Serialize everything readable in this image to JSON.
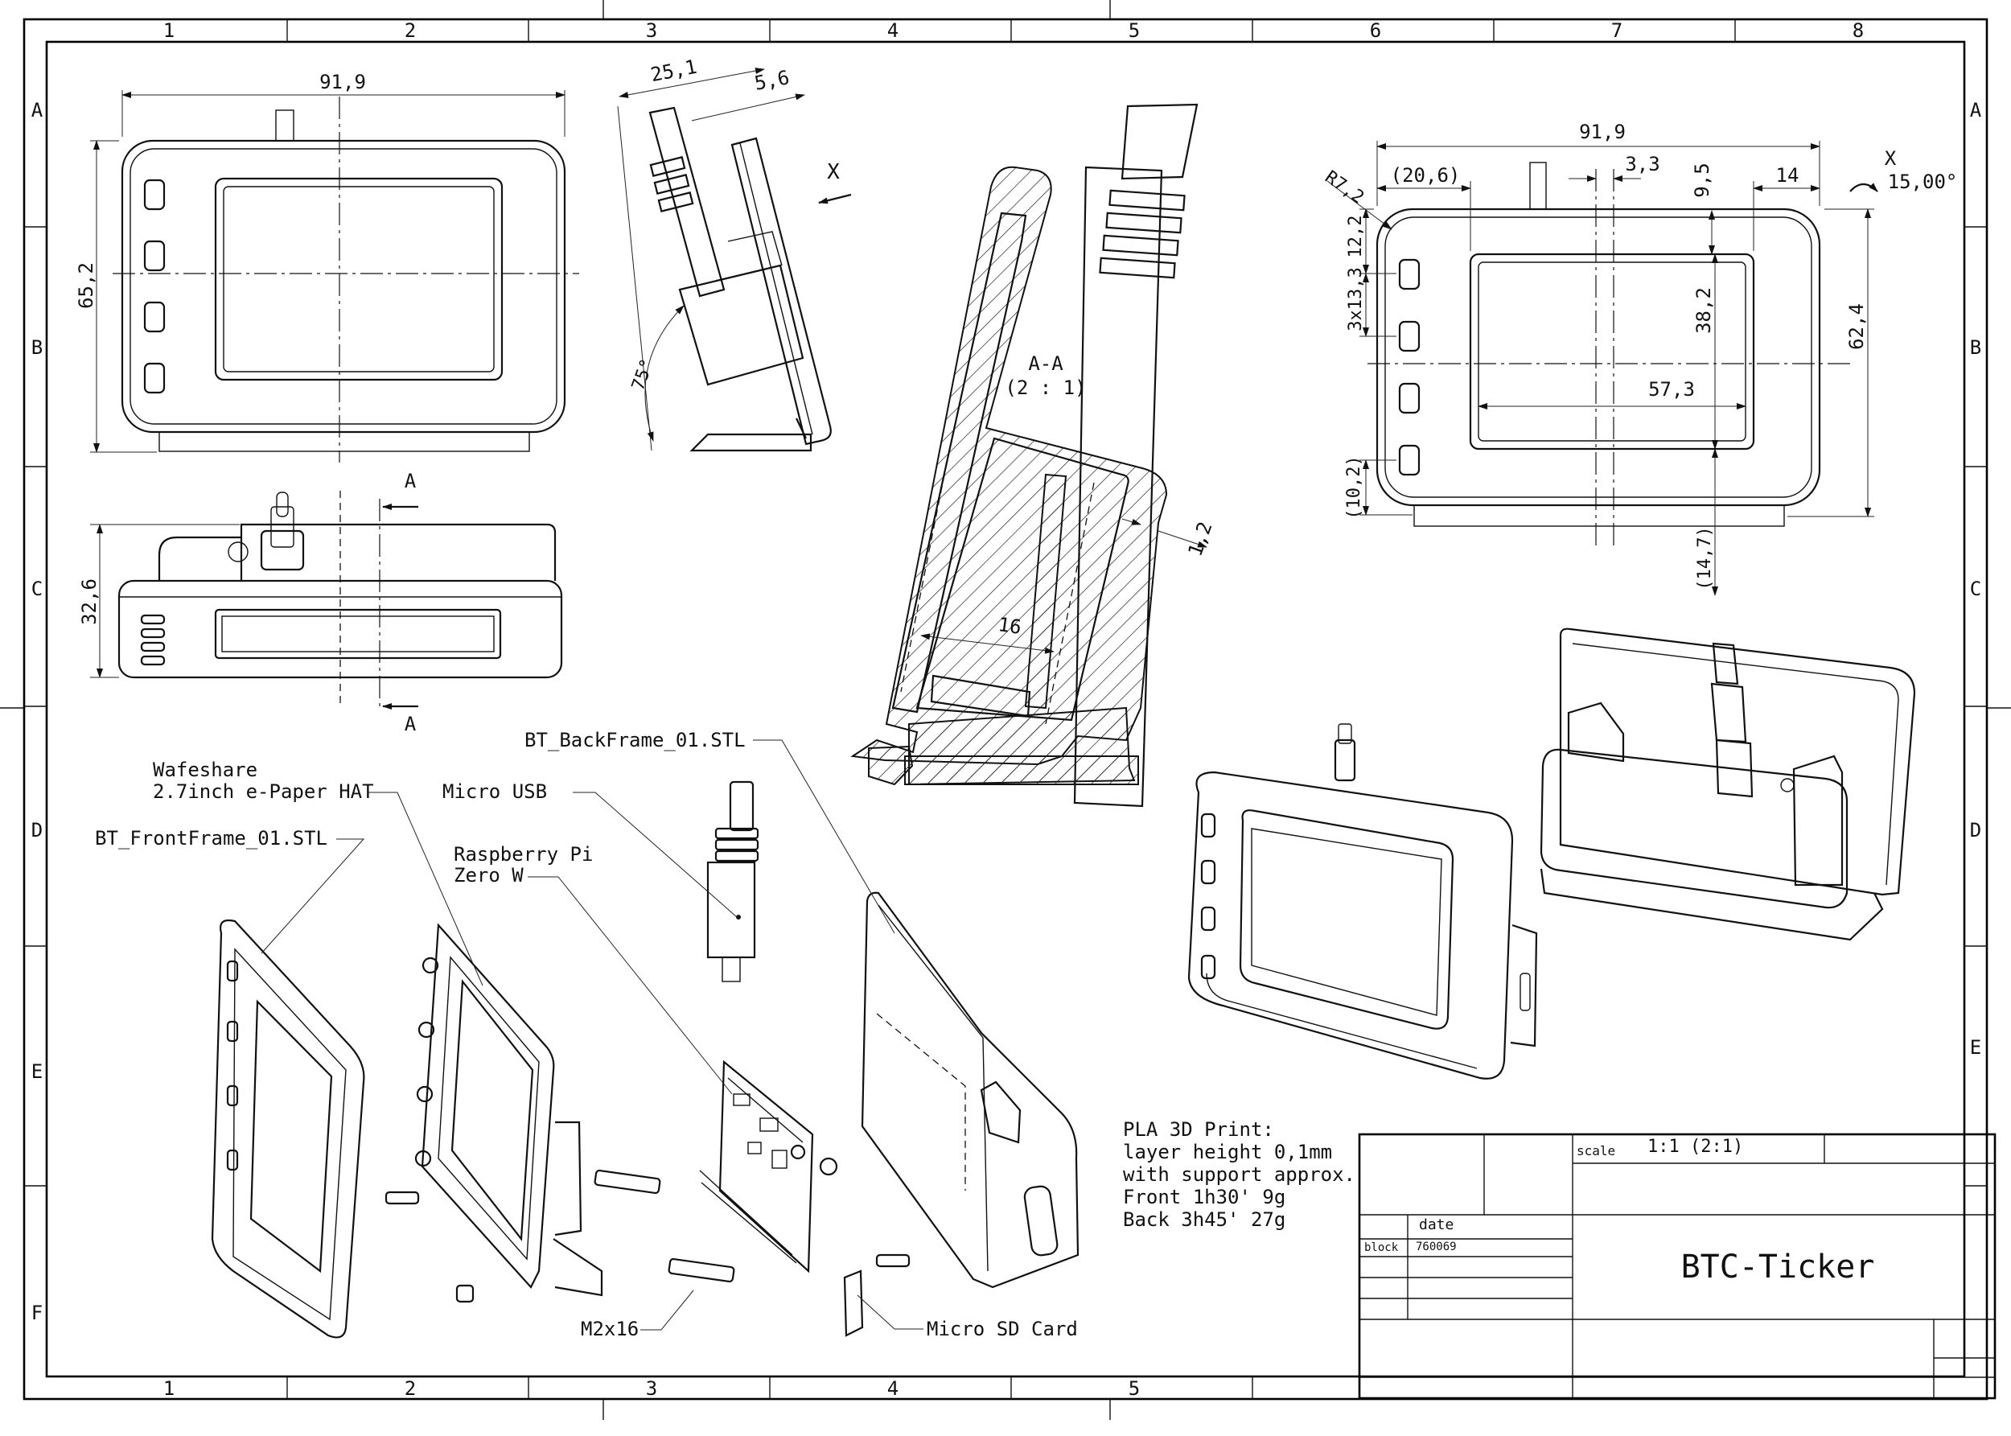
{
  "grid": {
    "columns": [
      "1",
      "2",
      "3",
      "4",
      "5",
      "6",
      "7",
      "8"
    ],
    "bottom_columns": [
      "1",
      "2",
      "3",
      "4",
      "5"
    ],
    "rows": [
      "A",
      "B",
      "C",
      "D",
      "E",
      "F"
    ]
  },
  "dimensions": {
    "front_width": "91,9",
    "front_height": "65,2",
    "side_top_width": "25,1",
    "side_top_gap": "5,6",
    "side_angle": "75°",
    "side_view_label": "X",
    "top_depth": "32,6",
    "section_mark": "A",
    "section_title": "A-A",
    "section_scale": "(2 : 1)",
    "section_wall": "1,2",
    "section_depth": "16",
    "detail_width": "91,9",
    "detail_left_offset": "(20,6)",
    "detail_center_offset": "3,3",
    "detail_top_offset": "9,5",
    "detail_right_offset": "14",
    "detail_radius": "R7,2",
    "detail_button_top": "12,2",
    "detail_button_pitch": "3x13,3",
    "detail_screen_height": "38,2",
    "detail_screen_width": "57,3",
    "detail_total_height": "62,4",
    "detail_button_bottom": "(10,2)",
    "detail_bottom_offset": "(14,7)",
    "view_x_label": "X",
    "view_x_angle": "15,00°"
  },
  "callouts": {
    "front_frame": "BT_FrontFrame_01.STL",
    "hat_line1": "Wafeshare",
    "hat_line2": "2.7inch e-Paper HAT",
    "micro_usb": "Micro USB",
    "back_frame": "BT_BackFrame_01.STL",
    "rpi_line1": "Raspberry Pi",
    "rpi_line2": "Zero W",
    "standoff": "M2x16",
    "sd_card": "Micro SD Card"
  },
  "print_notes": [
    "PLA 3D Print:",
    "layer height 0,1mm",
    "with support approx.",
    "Front 1h30' 9g",
    "Back 3h45' 27g"
  ],
  "title_block": {
    "scale_label": "scale",
    "scale_value": "1:1  (2:1)",
    "date_label": "date",
    "block_label": "block",
    "block_value": "760069",
    "title": "BTC-Ticker"
  }
}
